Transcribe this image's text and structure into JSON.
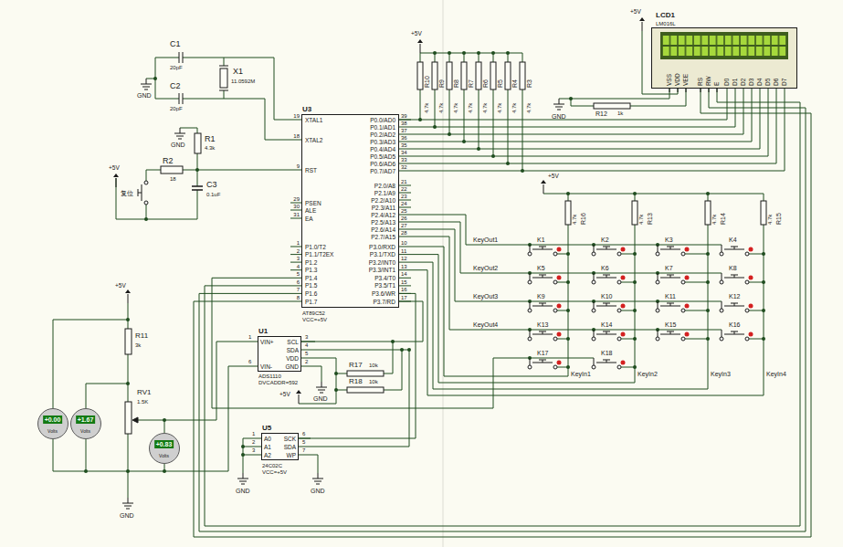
{
  "diagram": {
    "nodes": [
      {
        "text": [
          "U3",
          "AT89C52",
          "VCC=+5V",
          "XTAL1",
          "XTAL2",
          "RST",
          "PSEN",
          "ALE",
          "EA",
          "P1.0/T2",
          "P1.1/T2EX",
          "P1.2",
          "P1.3",
          "P1.4",
          "P1.5",
          "P1.6",
          "P1.7",
          "P0.0/AD0",
          "P0.1/AD1",
          "P0.2/AD2",
          "P0.3/AD3",
          "P0.4/AD4",
          "P0.5/AD5",
          "P0.6/AD6",
          "P0.7/AD7",
          "P2.0/A8",
          "P2.1/A9",
          "P2.2/A10",
          "P2.3/A11",
          "P2.4/A12",
          "P2.5/A13",
          "P2.6/A14",
          "P2.7/A15",
          "P3.0/RXD",
          "P3.1/TXD",
          "P3.2/INT0",
          "P3.3/INT1",
          "P3.4/T0",
          "P3.5/T1",
          "P3.6/WR",
          "P3.7/RD"
        ]
      },
      {
        "text": [
          "LCD1",
          "LM016L",
          "VSS",
          "VDD",
          "VEE",
          "RS",
          "RW",
          "E",
          "D0",
          "D1",
          "D2",
          "D3",
          "D4",
          "D5",
          "D6",
          "D7"
        ]
      },
      {
        "text": [
          "U1",
          "VIN+",
          "VIN-",
          "SCL",
          "SDA",
          "VDD",
          "GND",
          "ADS1110",
          "DVCADDR=592"
        ]
      },
      {
        "text": [
          "U5",
          "A0",
          "A1",
          "A2",
          "SCK",
          "SDA",
          "WP",
          "24C02C",
          "VCC=+5V"
        ]
      },
      {
        "text": [
          "+0.00",
          "Volts"
        ]
      },
      {
        "text": [
          "+1.67",
          "Volts"
        ]
      },
      {
        "text": [
          "+0.83",
          "Volts"
        ]
      }
    ],
    "edges": [
      {
        "from": 0,
        "to": 1,
        "arrow": "none"
      },
      {
        "from": 0,
        "to": 2,
        "arrow": "none"
      },
      {
        "from": 0,
        "to": 3,
        "arrow": "none"
      }
    ],
    "labels": [
      "C1",
      "20pF",
      "C2",
      "20pF",
      "X1",
      "11.0592M",
      "GND",
      "GND",
      "R1",
      "4.3k",
      "R2",
      "18",
      "C3",
      "0.1uF",
      "+5V",
      "复位",
      "19",
      "18",
      "9",
      "29",
      "30",
      "31",
      "1",
      "2",
      "3",
      "4",
      "5",
      "6",
      "7",
      "8",
      "39",
      "38",
      "37",
      "36",
      "35",
      "34",
      "33",
      "32",
      "21",
      "22",
      "23",
      "24",
      "25",
      "26",
      "27",
      "28",
      "10",
      "11",
      "12",
      "13",
      "14",
      "15",
      "16",
      "17",
      "R10",
      "4.7k",
      "R9",
      "4.7k",
      "R8",
      "4.7k",
      "R7",
      "4.7k",
      "R6",
      "4.7k",
      "R5",
      "4.7k",
      "R4",
      "4.7k",
      "R3",
      "4.7k",
      "+5V",
      "GND",
      "R12",
      "1k",
      "+5V",
      "+5V",
      "R16",
      "4.7k",
      "R13",
      "4.7k",
      "R14",
      "4.7k",
      "R15",
      "4.7k",
      "K1",
      "K2",
      "K3",
      "K4",
      "K5",
      "K6",
      "K7",
      "K8",
      "K9",
      "K10",
      "K11",
      "K12",
      "K13",
      "K14",
      "K15",
      "K16",
      "K17",
      "K18",
      "KeyOut1",
      "KeyOut2",
      "KeyOut3",
      "KeyOut4",
      "KeyIn1",
      "KeyIn2",
      "KeyIn3",
      "KeyIn4",
      "+5V",
      "R11",
      "3k",
      "RV1",
      "1.5K",
      "GND",
      "1",
      "6",
      "3",
      "4",
      "5",
      "2",
      "GND",
      "+5V",
      "R17",
      "10k",
      "R18",
      "10k",
      "1",
      "2",
      "3",
      "6",
      "5",
      "7",
      "GND",
      "GND"
    ]
  }
}
